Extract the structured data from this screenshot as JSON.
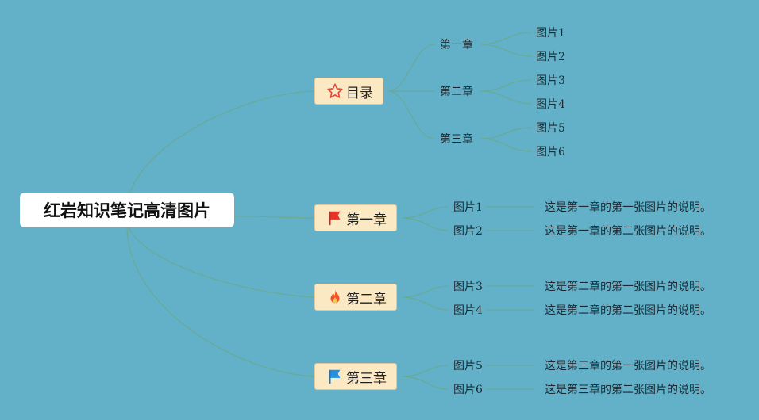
{
  "root": {
    "title": "红岩知识笔记高清图片"
  },
  "toc": {
    "label": "目录",
    "icon": "star-icon",
    "chapters": [
      {
        "label": "第一章",
        "images": [
          "图片1",
          "图片2"
        ]
      },
      {
        "label": "第二章",
        "images": [
          "图片3",
          "图片4"
        ]
      },
      {
        "label": "第三章",
        "images": [
          "图片5",
          "图片6"
        ]
      }
    ]
  },
  "chapters": [
    {
      "label": "第一章",
      "icon": "red-flag-icon",
      "items": [
        {
          "image": "图片1",
          "desc": "这是第一章的第一张图片的说明。"
        },
        {
          "image": "图片2",
          "desc": "这是第一章的第二张图片的说明。"
        }
      ]
    },
    {
      "label": "第二章",
      "icon": "fire-icon",
      "items": [
        {
          "image": "图片3",
          "desc": "这是第二章的第一张图片的说明。"
        },
        {
          "image": "图片4",
          "desc": "这是第二章的第二张图片的说明。"
        }
      ]
    },
    {
      "label": "第三章",
      "icon": "blue-flag-icon",
      "items": [
        {
          "image": "图片5",
          "desc": "这是第三章的第一张图片的说明。"
        },
        {
          "image": "图片6",
          "desc": "这是第三章的第二张图片的说明。"
        }
      ]
    }
  ],
  "colors": {
    "background": "#62b1c8",
    "branch_fill": "#fbe9c4",
    "line": "#6aa890"
  }
}
